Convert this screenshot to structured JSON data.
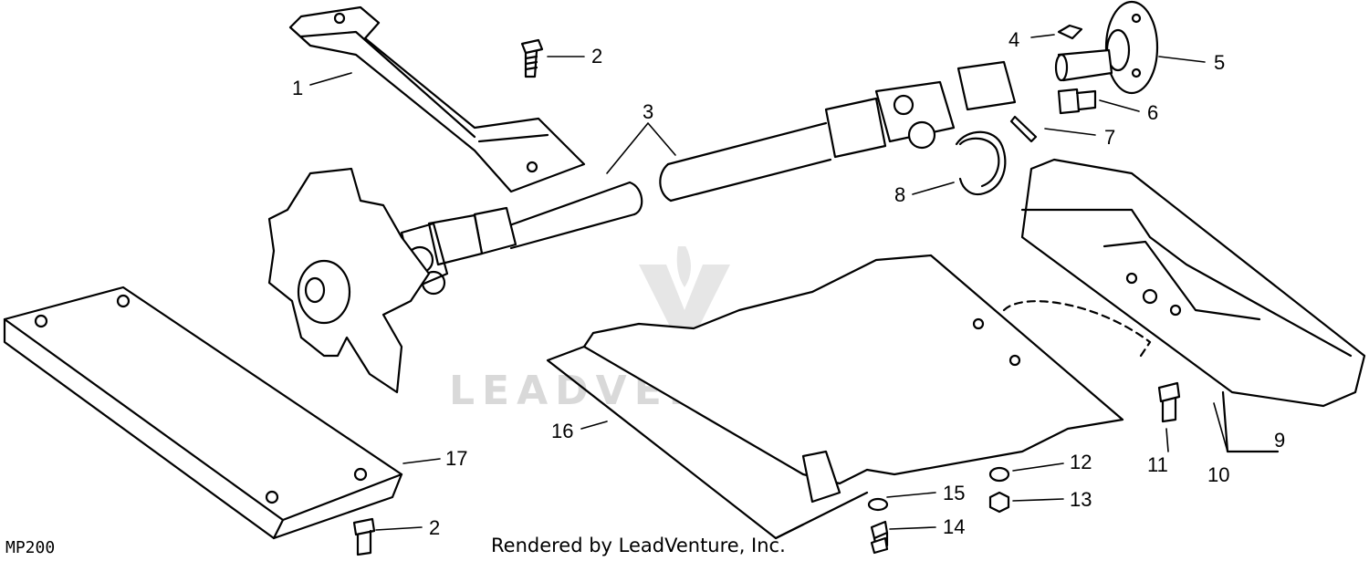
{
  "watermark": {
    "text": "LEADVENTURE"
  },
  "figure_code": "MP200",
  "credit": "Rendered by LeadVenture, Inc.",
  "callouts": [
    {
      "label": "1"
    },
    {
      "label": "2"
    },
    {
      "label": "2"
    },
    {
      "label": "3"
    },
    {
      "label": "4"
    },
    {
      "label": "5"
    },
    {
      "label": "6"
    },
    {
      "label": "7"
    },
    {
      "label": "8"
    },
    {
      "label": "9"
    },
    {
      "label": "10"
    },
    {
      "label": "11"
    },
    {
      "label": "12"
    },
    {
      "label": "13"
    },
    {
      "label": "14"
    },
    {
      "label": "15"
    },
    {
      "label": "16"
    },
    {
      "label": "17"
    }
  ]
}
